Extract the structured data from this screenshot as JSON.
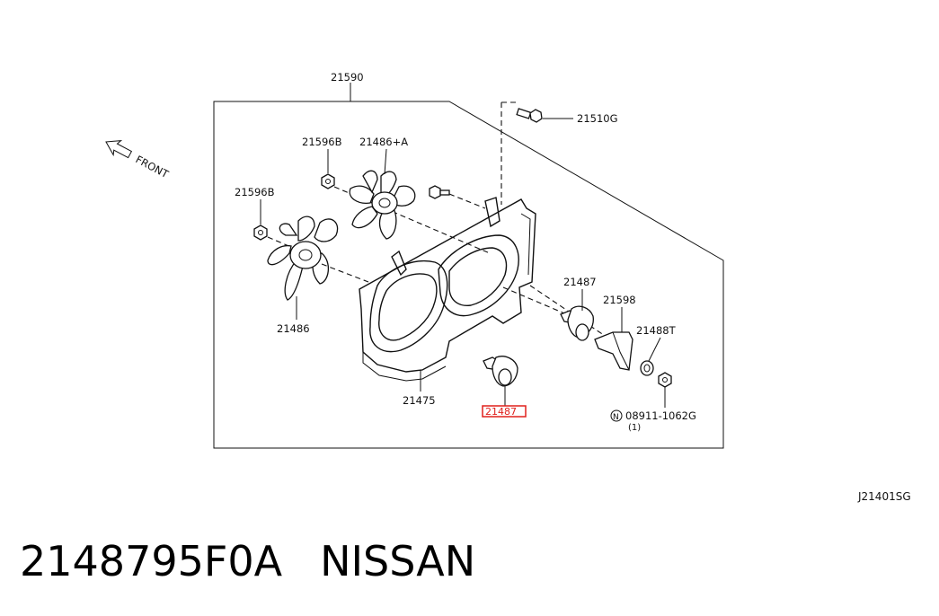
{
  "diagram": {
    "front_label": "FRONT",
    "drawing_code": "J21401SG",
    "labels": {
      "assembly": "21590",
      "bolt": "21510G",
      "nut_upper": "21596B",
      "fan_upper": "21486+A",
      "nut_left": "21596B",
      "fan_left": "21486",
      "shroud": "21475",
      "motor_highlight": "21487",
      "motor_right": "21487",
      "bracket": "21598",
      "ring": "21488T",
      "nut_part": "08911-1062G",
      "nut_circle": "N",
      "nut_qty": "(1)"
    },
    "highlight_color": "#e0201c"
  },
  "footer": {
    "part_number": "2148795F0A",
    "brand": "NISSAN"
  }
}
